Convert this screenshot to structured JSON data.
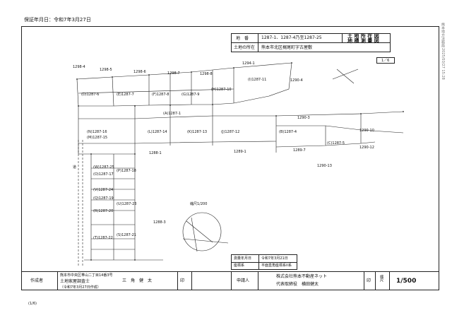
{
  "print_date": "保証年月日：令和7年3月27日",
  "side_stamp_1": "熊本地方法務局",
  "side_stamp_2": "2025/03/27 15:28",
  "header": {
    "lot_label": "地　番",
    "lot_value": "1287-1、1287-4乃至1287-25",
    "doc_title_1": "土 地 所 在 図",
    "doc_title_2": "地 積 測 量 図",
    "location_label": "土地の所在",
    "location_value": "熊本市北区梶尾町字古屋敷"
  },
  "scale_box": "1／6",
  "parcels": [
    "(A)1287-1",
    "(B)1287-4",
    "(C)1287-5",
    "(D)1287-6",
    "(E)1287-7",
    "(F)1287-8",
    "(G)1287-9",
    "(H)1287-10",
    "(I)1287-11",
    "(J)1287-12",
    "(K)1287-13",
    "(L)1287-14",
    "(M)1287-15",
    "(N)1287-16",
    "(O)1287-17",
    "(P)1287-18",
    "(Q)1287-19",
    "(R)1287-20",
    "(S)1287-21",
    "(T)1287-22",
    "(U)1287-23",
    "(V)1287-24",
    "(W)1287-25"
  ],
  "neighbors": [
    "1298-4",
    "1298-5",
    "1298-6",
    "1298-7",
    "1298-8",
    "1294-1",
    "1290-4",
    "1290-3",
    "1290-10",
    "1290-12",
    "1290-13",
    "1289-7",
    "1289-1",
    "1288-1",
    "1288-3"
  ],
  "road_label": "道",
  "inset": {
    "title": "縮尺1/200"
  },
  "records": {
    "row1_label": "測量年月日",
    "row1_value": "令和7年3月21日",
    "row2_label": "座標系",
    "row2_value": "平面直角座標系II系"
  },
  "footer": {
    "author_label": "作成者",
    "address": "熊本市中央区帯山二丁目14番3号",
    "role": "土地家屋調査士",
    "name": "三　角　健　太",
    "date_note": "（令和7年3月27日作成）",
    "seal_label": "印",
    "applicant_label": "申請人",
    "company": "株式会社熊本不動産ネット",
    "representative": "代表取締役　横田健太",
    "seal_label_2": "印",
    "scale_label": "縮尺",
    "scale_value": "1/500"
  },
  "page_number": "(1/6)"
}
